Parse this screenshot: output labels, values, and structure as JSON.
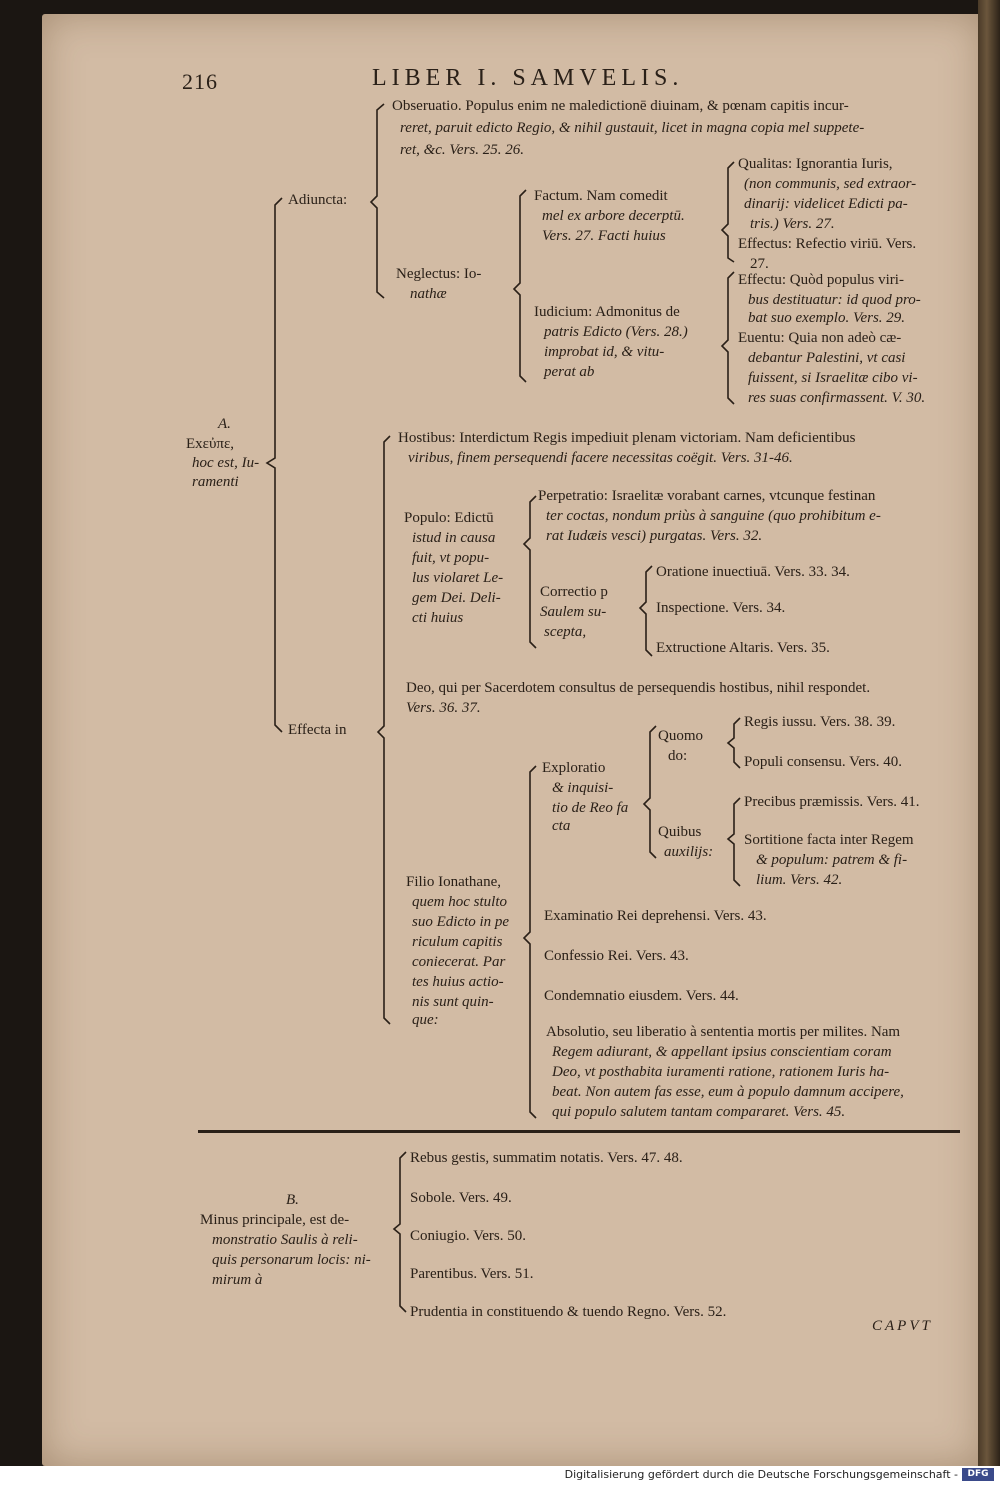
{
  "page_number": "216",
  "running_head": "LIBER I. SAMVELIS.",
  "A": {
    "head": "A.",
    "l1": "Exεὐπε,",
    "l2": "hoc est, Iu-",
    "l3": "ramenti",
    "adiuncta": {
      "label": "Adiuncta:",
      "obs1": "Obseruatio. Populus enim ne maledictionē diuinam, & pœnam capitis incur-",
      "obs2": "reret, paruit edicto Regio, & nihil gustauit, licet in magna copia mel suppete-",
      "obs3": "ret, &c. Vers. 25. 26.",
      "neglectus1": "Neglectus: Io-",
      "neglectus2": "nathæ",
      "factum1": "Factum. Nam comedit",
      "factum2": "mel ex arbore decerptū.",
      "factum3": "Vers. 27. Facti huius",
      "qual1": "Qualitas: Ignorantia Iuris,",
      "qual2": "(non communis, sed extraor-",
      "qual3": "dinarij: videlicet Edicti pa-",
      "qual4": "tris.) Vers. 27.",
      "eff1": "Effectus: Refectio viriū. Vers.",
      "eff2": "27.",
      "iud1": "Iudicium: Admonitus de",
      "iud2": "patris Edicto (Vers. 28.)",
      "iud3": "improbat id, & vitu-",
      "iud4": "perat ab",
      "effectu1": "Effectu: Quòd populus viri-",
      "effectu2": "bus destituatur: id quod pro-",
      "effectu3": "bat suo exemplo. Vers. 29.",
      "euentu1": "Euentu: Quia non adeò cæ-",
      "euentu2": "debantur Palestini, vt casi",
      "euentu3": "fuissent, si Israelitæ cibo vi-",
      "euentu4": "res suas confirmassent. V. 30."
    },
    "effecta": {
      "label": "Effecta in",
      "host1": "Hostibus: Interdictum Regis impediuit plenam victoriam. Nam deficientibus",
      "host2": "viribus, finem persequendi facere necessitas coëgit. Vers. 31-46.",
      "pop1": "Populo: Edictū",
      "pop2": "istud in causa",
      "pop3": "fuit, vt popu-",
      "pop4": "lus violaret Le-",
      "pop5": "gem Dei. Deli-",
      "pop6": "cti huius",
      "perp1": "Perpetratio: Israelitæ vorabant carnes, vtcunque festinan",
      "perp2": "ter coctas, nondum priùs à sanguine (quo prohibitum e-",
      "perp3": "rat Iudæis vesci) purgatas. Vers. 32.",
      "corr1": "Correctio p",
      "corr2": "Saulem su-",
      "corr3": "scepta,",
      "orat": "Oratione inuectiuā. Vers. 33. 34.",
      "insp": "Inspectione. Vers. 34.",
      "extr": "Extructione Altaris. Vers. 35.",
      "deo1": "Deo, qui per Sacerdotem consultus de persequendis hostibus, nihil respondet.",
      "deo2": "Vers. 36. 37.",
      "expl1": "Exploratio",
      "expl2": "& inquisi-",
      "expl3": "tio de Reo fa",
      "expl4": "cta",
      "quomodo1": "Quomo",
      "quomodo2": "do:",
      "regis": "Regis iussu. Vers. 38. 39.",
      "populi": "Populi consensu. Vers. 40.",
      "quibus1": "Quibus",
      "quibus2": "auxilijs:",
      "prec": "Precibus præmissis. Vers. 41.",
      "sort1": "Sortitione facta inter Regem",
      "sort2": "& populum: patrem & fi-",
      "sort3": "lium. Vers. 42.",
      "filio1": "Filio Ionathane,",
      "filio2": "quem hoc stulto",
      "filio3": "suo Edicto in pe",
      "filio4": "riculum capitis",
      "filio5": "coniecerat. Par",
      "filio6": "tes huius actio-",
      "filio7": "nis sunt quin-",
      "filio8": "que:",
      "exam": "Examinatio Rei deprehensi. Vers. 43.",
      "conf": "Confessio Rei. Vers. 43.",
      "cond": "Condemnatio eiusdem. Vers. 44.",
      "abs1": "Absolutio, seu liberatio à sententia mortis per milites. Nam",
      "abs2": "Regem adiurant, & appellant ipsius conscientiam coram",
      "abs3": "Deo, vt posthabita iuramenti ratione, rationem Iuris ha-",
      "abs4": "beat. Non autem fas esse, eum à populo damnum accipere,",
      "abs5": "qui populo salutem tantam compararet. Vers. 45."
    }
  },
  "B": {
    "head": "B.",
    "l1": "Minus principale, est de-",
    "l2": "monstratio Saulis à reli-",
    "l3": "quis personarum locis: ni-",
    "l4": "mirum à",
    "rebus": "Rebus gestis, summatim notatis. Vers. 47. 48.",
    "sobole": "Sobole. Vers. 49.",
    "coniugio": "Coniugio. Vers. 50.",
    "parentibus": "Parentibus. Vers. 51.",
    "prudentia": "Prudentia in constituendo & tuendo Regno. Vers. 52."
  },
  "catchword": "CAPVT",
  "footer": "Digitalisierung gefördert durch die Deutsche Forschungsgemeinschaft -",
  "footer_logo": "DFG"
}
